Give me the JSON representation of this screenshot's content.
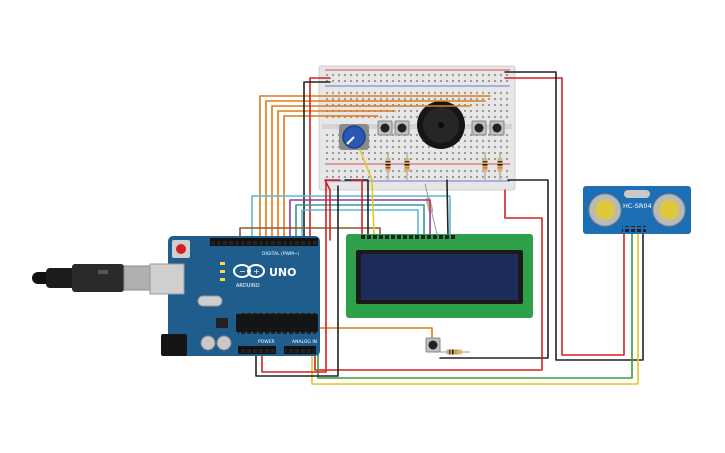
{
  "canvas": {
    "background": "#ffffff"
  },
  "arduino": {
    "logo_text": "ARDUINO",
    "model_text": "UNO",
    "digital_header_label": "DIGITAL (PWM~)",
    "power_header_label": "POWER",
    "analog_header_label": "ANALOG IN",
    "board_color": "#1f5d8c"
  },
  "sensor": {
    "model_label": "HC-SR04",
    "board_color": "#1d6fb5"
  },
  "lcd": {
    "board_color": "#2fa04a",
    "screen_color": "#1d2c5a"
  },
  "wire_colors": {
    "red": "#d22121",
    "black": "#222222",
    "orange": "#e07b1a",
    "yellow": "#e3c72a",
    "green": "#3a9d3a",
    "cyan": "#5ab9d6",
    "purple": "#8e3aa8",
    "teal": "#2a9d9a",
    "brown": "#8a5a2b"
  }
}
